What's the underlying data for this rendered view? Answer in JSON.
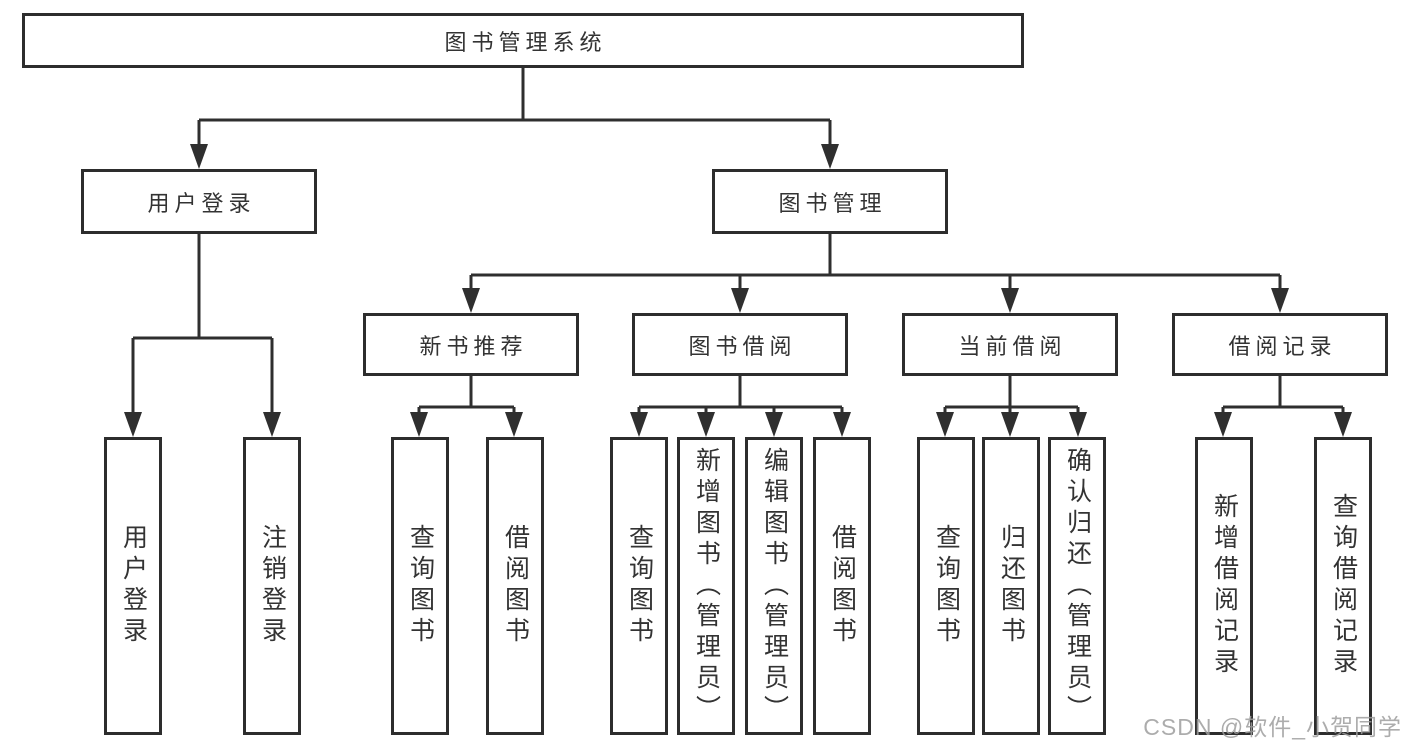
{
  "diagram": {
    "type": "hierarchy-tree",
    "root": {
      "label": "图书管理系统"
    },
    "level2": [
      {
        "label": "用户登录"
      },
      {
        "label": "图书管理"
      }
    ],
    "level3": [
      {
        "label": "新书推荐",
        "parent": "图书管理"
      },
      {
        "label": "图书借阅",
        "parent": "图书管理"
      },
      {
        "label": "当前借阅",
        "parent": "图书管理"
      },
      {
        "label": "借阅记录",
        "parent": "图书管理"
      }
    ],
    "leaves": [
      {
        "label": "用户登录",
        "parent": "用户登录"
      },
      {
        "label": "注销登录",
        "parent": "用户登录"
      },
      {
        "label": "查询图书",
        "parent": "新书推荐"
      },
      {
        "label": "借阅图书",
        "parent": "新书推荐"
      },
      {
        "label": "查询图书",
        "parent": "图书借阅"
      },
      {
        "label": "新增图书（管理员）",
        "parent": "图书借阅"
      },
      {
        "label": "编辑图书（管理员）",
        "parent": "图书借阅"
      },
      {
        "label": "借阅图书",
        "parent": "图书借阅"
      },
      {
        "label": "查询图书",
        "parent": "当前借阅"
      },
      {
        "label": "归还图书",
        "parent": "当前借阅"
      },
      {
        "label": "确认归还（管理员）",
        "parent": "当前借阅"
      },
      {
        "label": "新增借阅记录",
        "parent": "借阅记录"
      },
      {
        "label": "查询借阅记录",
        "parent": "借阅记录"
      }
    ]
  },
  "watermark": "CSDN @软件_小贺同学",
  "colors": {
    "line": "#2f2f2f",
    "box_border": "#2d2d2d",
    "text": "#333333",
    "background": "#ffffff",
    "watermark": "#9e9e9e"
  }
}
